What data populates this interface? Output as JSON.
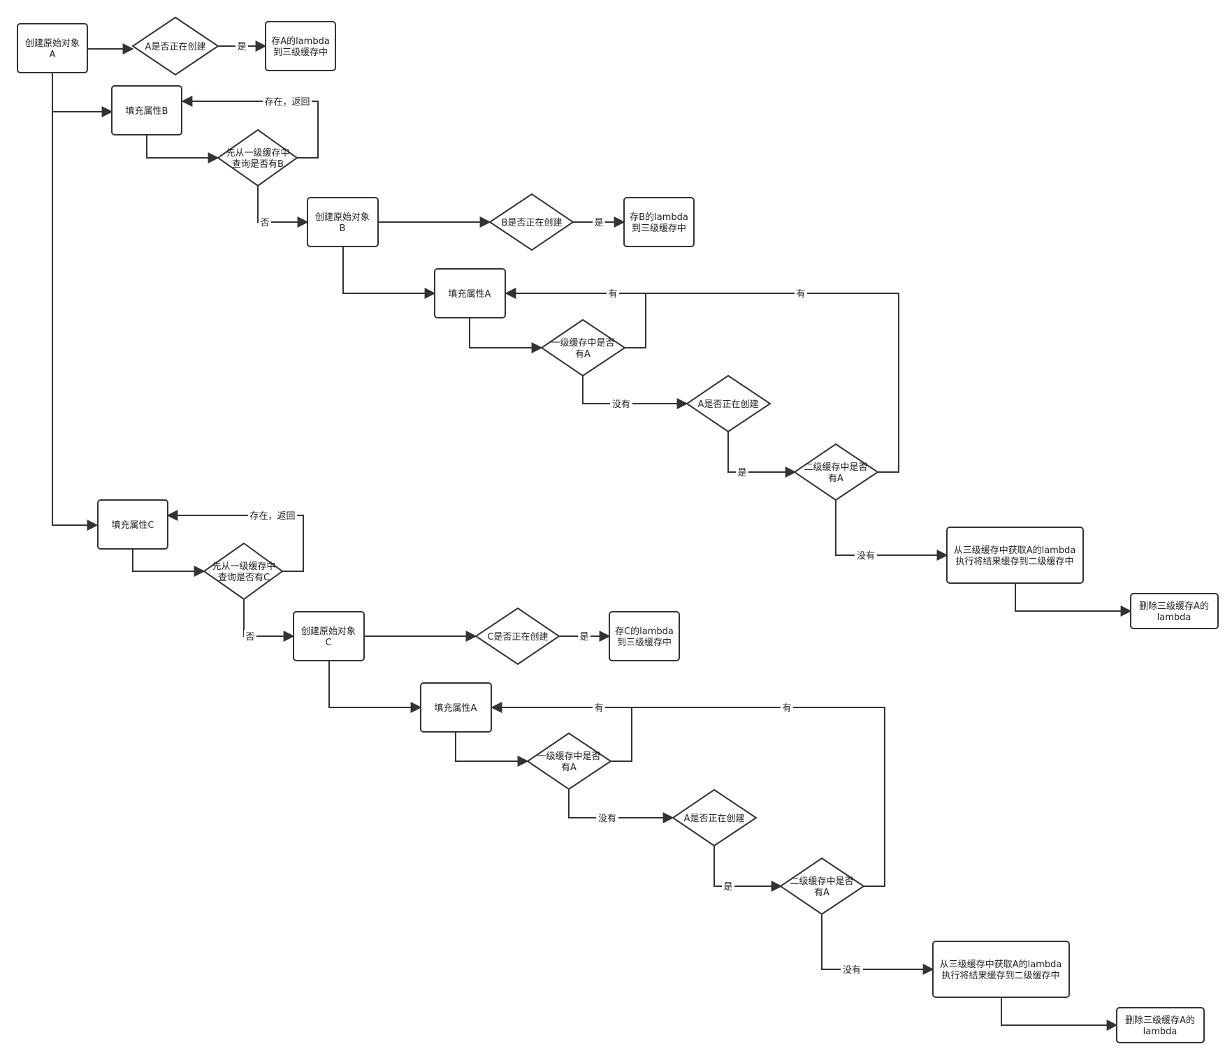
{
  "colors": {
    "stroke": "#333333",
    "fill": "#ffffff",
    "text": "#222222"
  },
  "nodes": {
    "create_a": {
      "lines": [
        "创建原始对象",
        "A"
      ]
    },
    "d_a_creating": {
      "lines": [
        "A是否正在创建"
      ]
    },
    "store_a": {
      "lines": [
        "存A的lambda",
        "到三级缓存中"
      ]
    },
    "fill_b": {
      "lines": [
        "填充属性B"
      ]
    },
    "d_l1_b": {
      "lines": [
        "先从一级缓存中",
        "查询是否有B"
      ]
    },
    "create_b": {
      "lines": [
        "创建原始对象",
        "B"
      ]
    },
    "d_b_creating": {
      "lines": [
        "B是否正在创建"
      ]
    },
    "store_b": {
      "lines": [
        "存B的lambda",
        "到三级缓存中"
      ]
    },
    "fill_a1": {
      "lines": [
        "填充属性A"
      ]
    },
    "d_l1_a1": {
      "lines": [
        "一级缓存中是否",
        "有A"
      ]
    },
    "d_a_creating1": {
      "lines": [
        "A是否正在创建"
      ]
    },
    "d_l2_a1": {
      "lines": [
        "二级缓存中是否",
        "有A"
      ]
    },
    "get_l3_a1": {
      "lines": [
        "从三级缓存中获取A的lambda",
        "执行将结果缓存到二级缓存中"
      ]
    },
    "del_l3_a1": {
      "lines": [
        "删除三级缓存A的",
        "lambda"
      ]
    },
    "fill_c": {
      "lines": [
        "填充属性C"
      ]
    },
    "d_l1_c": {
      "lines": [
        "先从一级缓存中",
        "查询是否有C"
      ]
    },
    "create_c": {
      "lines": [
        "创建原始对象",
        "C"
      ]
    },
    "d_c_creating": {
      "lines": [
        "C是否正在创建"
      ]
    },
    "store_c": {
      "lines": [
        "存C的lambda",
        "到三级缓存中"
      ]
    },
    "fill_a2": {
      "lines": [
        "填充属性A"
      ]
    },
    "d_l1_a2": {
      "lines": [
        "一级缓存中是否",
        "有A"
      ]
    },
    "d_a_creating2": {
      "lines": [
        "A是否正在创建"
      ]
    },
    "d_l2_a2": {
      "lines": [
        "二级缓存中是否",
        "有A"
      ]
    },
    "get_l3_a2": {
      "lines": [
        "从三级缓存中获取A的lambda",
        "执行将结果缓存到二级缓存中"
      ]
    },
    "del_l3_a2": {
      "lines": [
        "删除三级缓存A的",
        "lambda"
      ]
    }
  },
  "edge_labels": {
    "yes": "是",
    "no": "否",
    "exists_return": "存在，返回",
    "has": "有",
    "has_not": "没有"
  }
}
